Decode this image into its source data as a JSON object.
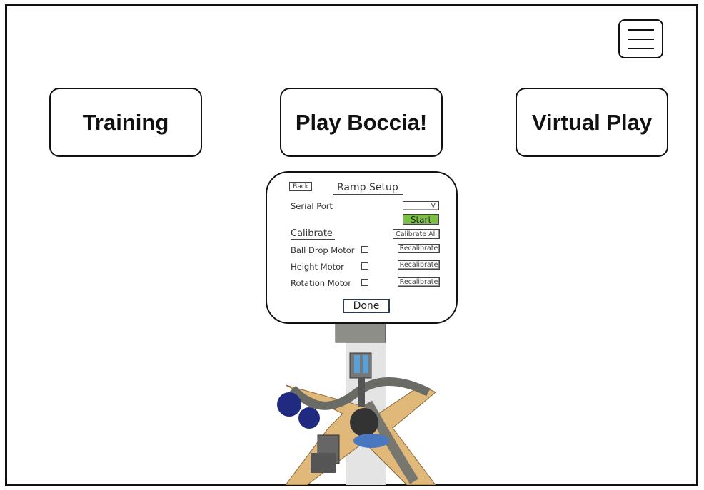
{
  "main_buttons": {
    "training": "Training",
    "play": "Play Boccia!",
    "virtual": "Virtual Play"
  },
  "dialog": {
    "back": "Back",
    "title": "Ramp Setup",
    "serial_port_label": "Serial Port",
    "serial_port_value": "",
    "dropdown_arrow": "V",
    "start": "Start",
    "calibrate_heading": "Calibrate",
    "calibrate_all": "Calibrate All",
    "motors": [
      {
        "label": "Ball Drop Motor",
        "action": "Recalibrate",
        "checked": false
      },
      {
        "label": "Height Motor",
        "action": "Recalibrate",
        "checked": false
      },
      {
        "label": "Rotation Motor",
        "action": "Recalibrate",
        "checked": false
      }
    ],
    "done": "Done"
  },
  "colors": {
    "start_green": "#7cc242",
    "ball_blue": "#1f2a80",
    "wood": "#e0b87a"
  }
}
